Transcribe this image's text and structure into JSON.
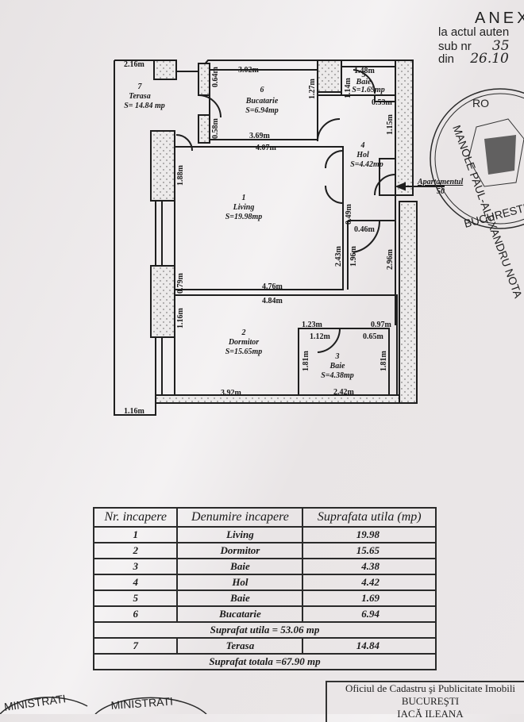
{
  "annex": {
    "title": "ANEX",
    "line1": "la actul auten",
    "line2_label": "sub nr",
    "line2_value": "35",
    "line3_label": "din",
    "line3_value": "26.10"
  },
  "plan": {
    "entrance_label": "Apartamentul",
    "entrance_number": "50",
    "rooms": [
      {
        "nr": "7",
        "name": "Terasa",
        "area": "S= 14.84 mp"
      },
      {
        "nr": "6",
        "name": "Bucatarie",
        "area": "S=6.94mp"
      },
      {
        "nr": "5",
        "name": "Baie",
        "area": "S=1.69mp"
      },
      {
        "nr": "4",
        "name": "Hol",
        "area": "S=4.42mp"
      },
      {
        "nr": "1",
        "name": "Living",
        "area": "S=19.98mp"
      },
      {
        "nr": "2",
        "name": "Dormitor",
        "area": "S=15.65mp"
      },
      {
        "nr": "3",
        "name": "Baie",
        "area": "S=4.38mp"
      }
    ],
    "dimensions": {
      "terrace_top": "2.16m",
      "terrace_bottom": "1.16m",
      "kitchen_top": "3.02m",
      "kitchen_left_upper": "0.64m",
      "kitchen_left_lower": "0.58m",
      "kitchen_right": "1.27m",
      "kitchen_bottom": "3.69m",
      "bath5_top": "1.48m",
      "bath5_left": "1.14m",
      "bath5_bottom": "0.53m",
      "hall_right": "1.15m",
      "living_top": "4.07m",
      "living_left": "1.88m",
      "living_right_upper": "0.49m",
      "living_right": "2.43m",
      "living_left_lower": "0.79m",
      "living_bottom": "4.76m",
      "hall_door": "0.46m",
      "hall_lower_left": "1.96m",
      "hall_lower_right": "2.96m",
      "bedroom_top": "4.84m",
      "bedroom_left": "1.16m",
      "bedroom_bottom": "3.92m",
      "bath3_top_left": "1.23m",
      "bath3_top_right": "0.97m",
      "bath3_inner_left": "1.12m",
      "bath3_inner_right": "0.65m",
      "bath3_left": "1.81m",
      "bath3_right": "1.81m",
      "bath3_bottom": "2.42m"
    }
  },
  "notary_stamp": {
    "top": "RO",
    "ring": "MANOLE PAUL-ALEXANDRU NOTA",
    "city": "BUCURESTI"
  },
  "table": {
    "headers": [
      "Nr. incapere",
      "Denumire incapere",
      "Suprafata utila (mp)"
    ],
    "rows": [
      {
        "nr": "1",
        "name": "Living",
        "area": "19.98"
      },
      {
        "nr": "2",
        "name": "Dormitor",
        "area": "15.65"
      },
      {
        "nr": "3",
        "name": "Baie",
        "area": "4.38"
      },
      {
        "nr": "4",
        "name": "Hol",
        "area": "4.42"
      },
      {
        "nr": "5",
        "name": "Baie",
        "area": "1.69"
      },
      {
        "nr": "6",
        "name": "Bucatarie",
        "area": "6.94"
      }
    ],
    "subtotal": "Suprafat utila = 53.06 mp",
    "terrace_row": {
      "nr": "7",
      "name": "Terasa",
      "area": "14.84"
    },
    "total": "Suprafat totala =67.90 mp"
  },
  "bottom_stamps": {
    "left1": "MINISTRATI",
    "left2": "MINISTRATI"
  },
  "office": {
    "line1": "Oficiul de Cadastru şi Publicitate Imobili",
    "line2": "BUCUREŞTI",
    "line3": "IACĂ ILEANA"
  }
}
